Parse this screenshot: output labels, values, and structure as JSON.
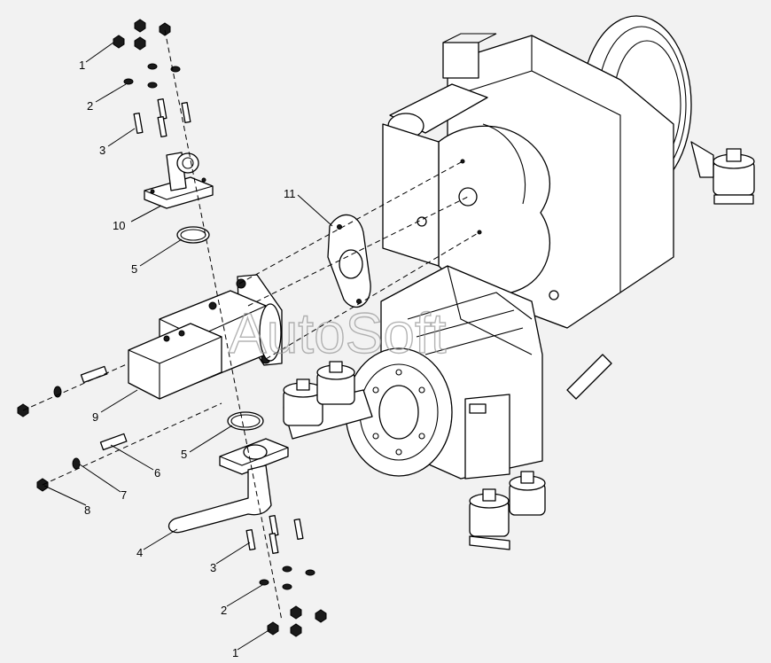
{
  "watermark": "AutoSoft",
  "callouts": [
    {
      "id": "c1a",
      "text": "1"
    },
    {
      "id": "c2a",
      "text": "2"
    },
    {
      "id": "c3a",
      "text": "3"
    },
    {
      "id": "c10",
      "text": "10"
    },
    {
      "id": "c5a",
      "text": "5"
    },
    {
      "id": "c11",
      "text": "11"
    },
    {
      "id": "c9",
      "text": "9"
    },
    {
      "id": "c5b",
      "text": "5"
    },
    {
      "id": "c6",
      "text": "6"
    },
    {
      "id": "c7",
      "text": "7"
    },
    {
      "id": "c8",
      "text": "8"
    },
    {
      "id": "c4",
      "text": "4"
    },
    {
      "id": "c3b",
      "text": "3"
    },
    {
      "id": "c2b",
      "text": "2"
    },
    {
      "id": "c1b",
      "text": "1"
    }
  ]
}
